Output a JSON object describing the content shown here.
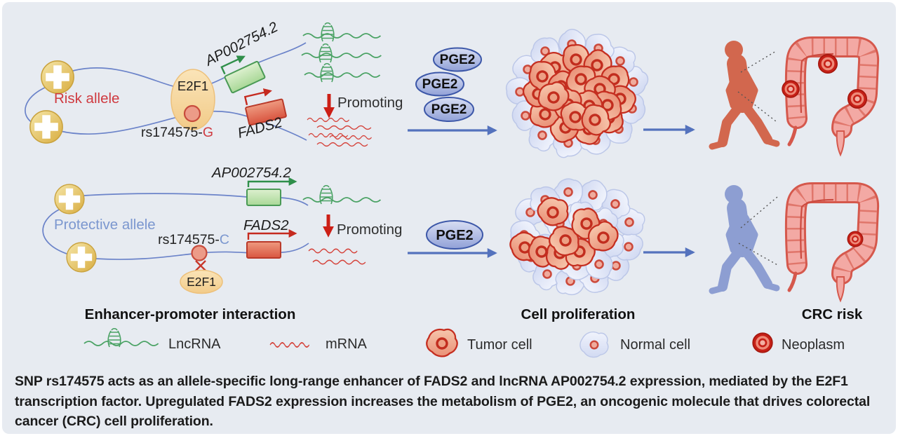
{
  "risk_row": {
    "allele_label": "Risk allele",
    "tf_label": "E2F1",
    "snp_prefix": "rs174575-",
    "snp_allele": "G",
    "lnc_gene_label": "AP002754.2",
    "fads2_label": "FADS2",
    "promoting_label": "Promoting",
    "pge2_labels": [
      "PGE2",
      "PGE2",
      "PGE2"
    ]
  },
  "protective_row": {
    "allele_label": "Protective allele",
    "tf_label": "E2F1",
    "snp_prefix": "rs174575-",
    "snp_allele": "C",
    "lnc_gene_label": "AP002754.2",
    "fads2_label": "FADS2",
    "promoting_label": "Promoting",
    "pge2_labels": [
      "PGE2"
    ]
  },
  "section_labels": {
    "enhancer": "Enhancer-promoter interaction",
    "proliferation": "Cell proliferation",
    "crc": "CRC risk"
  },
  "legend": {
    "lncrna": "LncRNA",
    "mrna": "mRNA",
    "tumor": "Tumor cell",
    "normal": "Normal cell",
    "neoplasm": "Neoplasm"
  },
  "caption": "SNP rs174575 acts as an allele-specific long-range enhancer of FADS2 and lncRNA AP002754.2 expression, mediated by the E2F1 transcription factor. Upregulated FADS2 expression increases the metabolism of PGE2, an oncogenic molecule that drives colorectal cancer (CRC) cell proliferation.",
  "colors": {
    "background": "#e7ebf1",
    "risk_accent": "#cf3a40",
    "protective_accent": "#7b97cf",
    "dna_strand": "#6b83c9",
    "lncrna_green": "#4aa264",
    "mrna_red": "#d5423a",
    "flow_arrow_blue": "#5472bd",
    "pge2_fill": "#a9b7e0",
    "tumor_cell": "#efa489",
    "normal_cell": "#dde3f4",
    "neoplasm": "#c62017",
    "colon_pink": "#f3a9a4"
  }
}
